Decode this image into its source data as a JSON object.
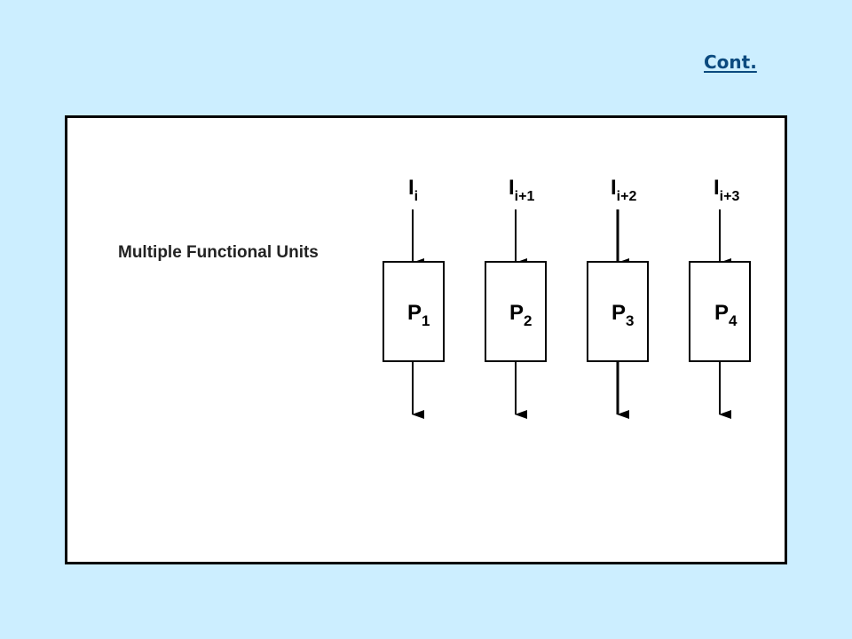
{
  "header": {
    "cont_link": "Cont."
  },
  "diagram": {
    "label": "Multiple Functional Units",
    "inputs": [
      {
        "base": "I",
        "sub": "i"
      },
      {
        "base": "I",
        "sub": "i+1"
      },
      {
        "base": "I",
        "sub": "i+2"
      },
      {
        "base": "I",
        "sub": "i+3"
      }
    ],
    "units": [
      {
        "base": "P",
        "sub": "1"
      },
      {
        "base": "P",
        "sub": "2"
      },
      {
        "base": "P",
        "sub": "3"
      },
      {
        "base": "P",
        "sub": "4"
      }
    ]
  }
}
